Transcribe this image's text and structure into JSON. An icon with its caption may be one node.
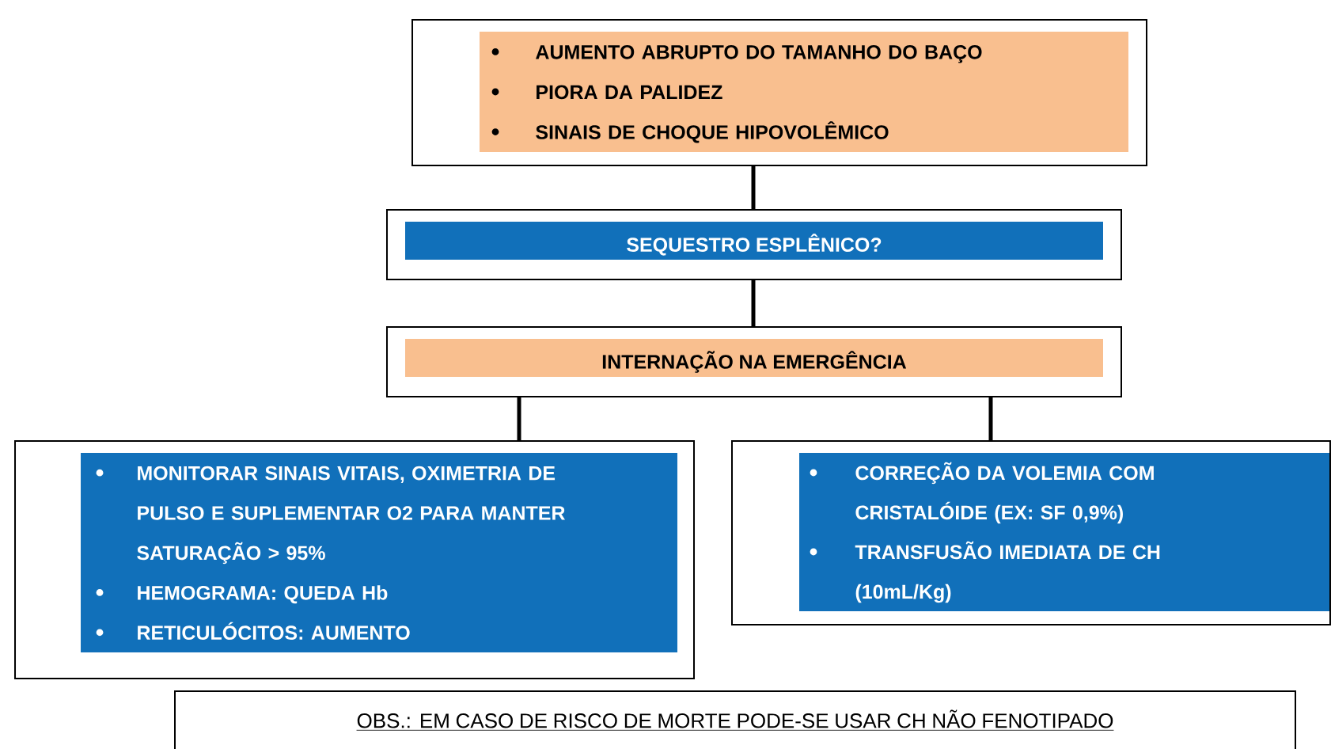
{
  "diagram": {
    "nodes": [
      {
        "text": [
          "AUMENTO ABRUPTO DO TAMANHO DO BAÇO",
          "PIORA DA PALIDEZ",
          "SINAIS DE CHOQUE HIPOVOLÊMICO"
        ]
      },
      {
        "text": [
          "SEQUESTRO ESPLÊNICO?"
        ]
      },
      {
        "text": [
          "INTERNAÇÃO NA EMERGÊNCIA"
        ]
      },
      {
        "text": [
          "MONITORAR SINAIS VITAIS, OXIMETRIA DE PULSO E SUPLEMENTAR O2 PARA MANTER SATURAÇÃO > 95%",
          "HEMOGRAMA: QUEDA Hb",
          "RETICULÓCITOS: AUMENTO"
        ]
      },
      {
        "text": [
          "CORREÇÃO DA VOLEMIA COM CRISTALÓIDE (EX: SF 0,9%)",
          "TRANSFUSÃO IMEDIATA DE CH (10mL/Kg)"
        ]
      },
      {
        "text": [
          "OBS.: EM CASO DE RISCO DE MORTE PODE-SE USAR CH NÃO FENOTIPADO"
        ]
      }
    ],
    "edges": [
      {
        "from": 0,
        "to": 1,
        "arrow": "none"
      },
      {
        "from": 1,
        "to": 2,
        "arrow": "none"
      },
      {
        "from": 2,
        "to": 3,
        "arrow": "none"
      },
      {
        "from": 2,
        "to": 4,
        "arrow": "none"
      }
    ]
  }
}
